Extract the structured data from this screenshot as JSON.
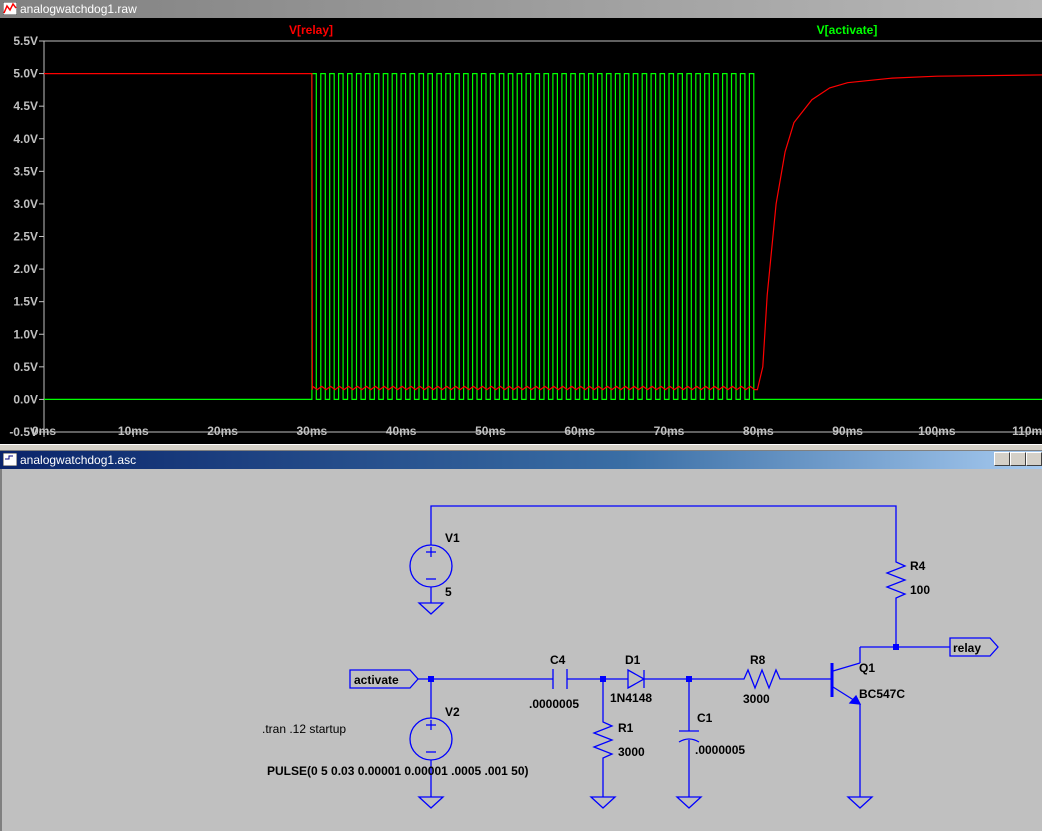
{
  "waveform_window": {
    "title": "analogwatchdog1.raw",
    "traces": [
      {
        "name": "V[relay]",
        "color": "#ff0000"
      },
      {
        "name": "V[activate]",
        "color": "#00ff00"
      }
    ],
    "y_ticks": [
      "5.5V",
      "5.0V",
      "4.5V",
      "4.0V",
      "3.5V",
      "3.0V",
      "2.5V",
      "2.0V",
      "1.5V",
      "1.0V",
      "0.5V",
      "0.0V",
      "-0.5V"
    ],
    "x_ticks": [
      "0ms",
      "10ms",
      "20ms",
      "30ms",
      "40ms",
      "50ms",
      "60ms",
      "70ms",
      "80ms",
      "90ms",
      "100ms",
      "110m"
    ]
  },
  "chart_data": {
    "type": "line",
    "xlabel": "",
    "ylabel": "",
    "xlim": [
      0,
      112
    ],
    "ylim": [
      -0.5,
      5.5
    ],
    "series": [
      {
        "name": "V[relay]",
        "color": "#ff0000",
        "x": [
          0,
          30,
          30.05,
          79.9,
          80.5,
          81,
          82,
          83,
          84,
          86,
          88,
          90,
          95,
          100,
          112
        ],
        "y": [
          5.0,
          5.0,
          0.15,
          0.15,
          0.5,
          1.6,
          3.0,
          3.8,
          4.25,
          4.6,
          4.78,
          4.86,
          4.93,
          4.96,
          4.98
        ]
      },
      {
        "name": "V[activate]",
        "color": "#00ff00",
        "pulse": {
          "v_low": 0,
          "v_high": 5,
          "delay_ms": 30,
          "on_ms": 0.5,
          "period_ms": 1,
          "cycles": 50
        },
        "baseline": 0.0
      }
    ]
  },
  "schematic_window": {
    "title": "analogwatchdog1.asc",
    "labels": {
      "v1": "V1",
      "v1_value": "5",
      "v2": "V2",
      "r4": "R4",
      "r4_value": "100",
      "c4": "C4",
      "c4_value": ".0000005",
      "d1": "D1",
      "d1_value": "1N4148",
      "r1": "R1",
      "r1_value": "3000",
      "c1": "C1",
      "c1_value": ".0000005",
      "r8": "R8",
      "r8_value": "3000",
      "q1": "Q1",
      "q1_value": "BC547C",
      "net_activate": "activate",
      "net_relay": "relay",
      "directive_tran": ".tran .12 startup",
      "v2_pulse": "PULSE(0 5 0.03 0.00001 0.00001 .0005 .001 50)"
    }
  }
}
